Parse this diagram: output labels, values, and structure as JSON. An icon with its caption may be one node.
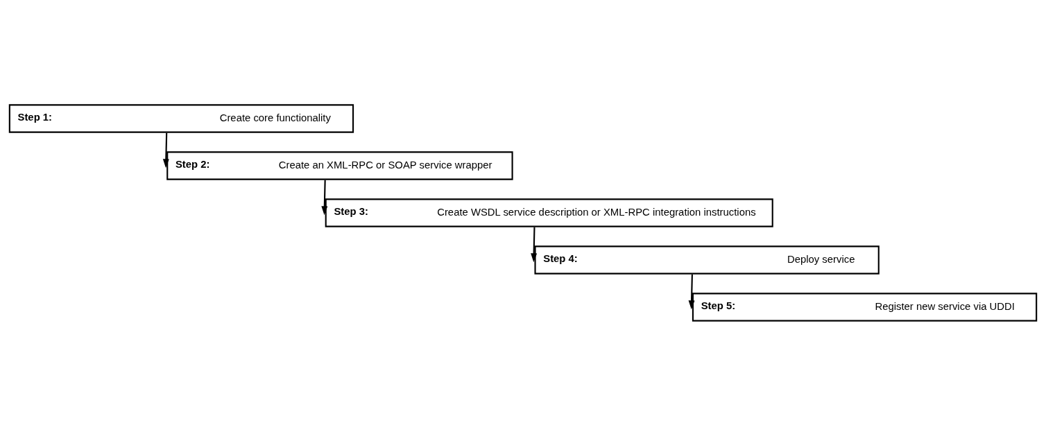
{
  "diagram": {
    "nodes": [
      {
        "text": [
          "Step 1:",
          "Create core functionality"
        ]
      },
      {
        "text": [
          "Step 2:",
          "Create an XML-RPC or SOAP service wrapper"
        ]
      },
      {
        "text": [
          "Step 3:",
          "Create WSDL service description or XML-RPC integration instructions"
        ]
      },
      {
        "text": [
          "Step 4:",
          "Deploy service"
        ]
      },
      {
        "text": [
          "Step 5:",
          "Register new service via UDDI"
        ]
      }
    ],
    "edges": [
      {
        "from": 0,
        "to": 1,
        "arrow": "to"
      },
      {
        "from": 1,
        "to": 2,
        "arrow": "to"
      },
      {
        "from": 2,
        "to": 3,
        "arrow": "to"
      },
      {
        "from": 3,
        "to": 4,
        "arrow": "to"
      }
    ]
  }
}
